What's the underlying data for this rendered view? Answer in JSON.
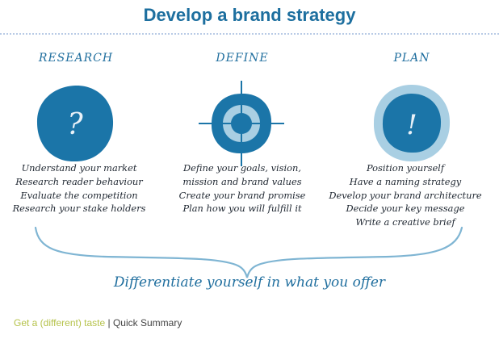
{
  "title": "Develop a brand strategy",
  "columns": [
    {
      "heading": "RESEARCH",
      "icon": "question-mark-icon",
      "glyph": "?",
      "items": [
        "Understand your market",
        "Research reader behaviour",
        "Evaluate the competition",
        "Research your stake holders"
      ]
    },
    {
      "heading": "DEFINE",
      "icon": "target-crosshair-icon",
      "glyph": "",
      "items": [
        "Define your goals, vision,",
        "mission and brand values",
        "Create your brand promise",
        "Plan how you will fulfill it"
      ]
    },
    {
      "heading": "PLAN",
      "icon": "exclamation-mark-icon",
      "glyph": "!",
      "items": [
        "Position yourself",
        "Have a naming strategy",
        "Develop your brand architecture",
        "Decide your key message",
        "Write a creative brief"
      ]
    }
  ],
  "tagline": "Differentiate yourself in what you offer",
  "footer": {
    "link": "Get a (different) taste",
    "separator": " | ",
    "summary": "Quick Summary"
  },
  "colors": {
    "primary": "#1b75a8",
    "light": "#a9cfe3",
    "heading": "#1f6e9e",
    "footer_link": "#b5c24a"
  }
}
